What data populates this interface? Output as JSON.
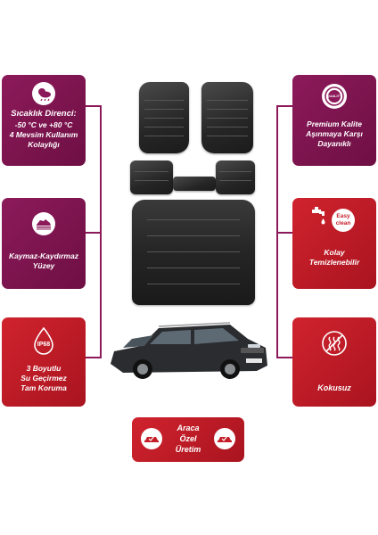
{
  "features": {
    "temperature": {
      "line1": "Sıcaklık Direnci:",
      "line2": "-50 °C ve +80 °C",
      "line3": "4 Mevsim Kullanım",
      "line4": "Kolaylığı",
      "icon": "weather-icon"
    },
    "quality": {
      "badge": "QUALITY",
      "line1": "Premium Kalite",
      "line2": "Aşınmaya Karşı",
      "line3": "Dayanıklı",
      "icon": "quality-badge-icon"
    },
    "antislip": {
      "line1": "Kaymaz-Kaydırmaz",
      "line2": "Yüzey",
      "icon": "non-slip-shoe-icon"
    },
    "easyclean": {
      "badge1": "Easy",
      "badge2": "clean",
      "line1": "Kolay",
      "line2": "Temizlenebilir",
      "icon": "faucet-icon"
    },
    "waterproof": {
      "badge": "IP68",
      "line1": "3 Boyutlu",
      "line2": "Su Geçirmez",
      "line3": "Tam Koruma",
      "icon": "water-drop-icon"
    },
    "odorless": {
      "line1": "Kokusuz",
      "icon": "no-odor-icon"
    },
    "custom": {
      "line1": "Araca",
      "line2": "Özel",
      "line3": "Üretim",
      "icon": "car-check-icon"
    }
  },
  "colors": {
    "maroon": "#8c1a5a",
    "red": "#c41d28"
  }
}
